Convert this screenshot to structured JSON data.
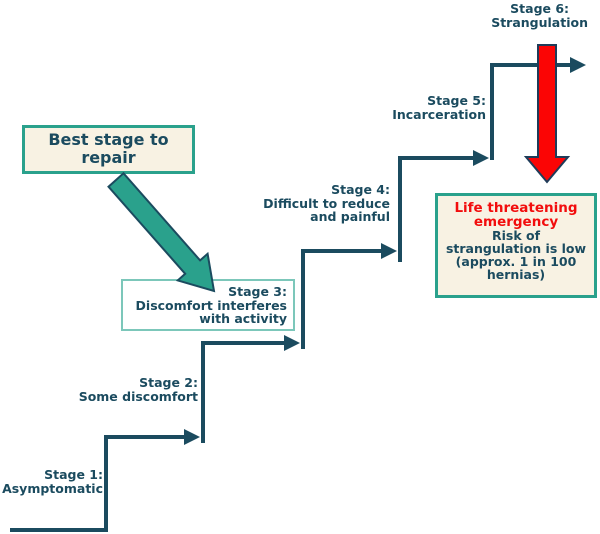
{
  "title": "Hernia stages staircase diagram",
  "colors": {
    "line": "#1b4b5f",
    "teal_accent": "#2aa18c",
    "box_fill": "#f8f2e3",
    "red": "#fb0505",
    "red_text": "#f20d0d",
    "stage3_border": "#7cc7ba",
    "red_arrow_outline": "#1e3c59",
    "background": "#ffffff"
  },
  "stages": [
    {
      "name": "stage-1",
      "lines": [
        "Stage 1:",
        "Asymptomatic"
      ]
    },
    {
      "name": "stage-2",
      "lines": [
        "Stage 2:",
        "Some discomfort"
      ]
    },
    {
      "name": "stage-3",
      "lines": [
        "Stage 3:",
        "Discomfort interferes",
        "with activity"
      ]
    },
    {
      "name": "stage-4",
      "lines": [
        "Stage 4:",
        "Difficult to reduce",
        "and painful"
      ]
    },
    {
      "name": "stage-5",
      "lines": [
        "Stage 5:",
        "Incarceration"
      ]
    },
    {
      "name": "stage-6",
      "lines": [
        "Stage 6:",
        "Strangulation"
      ]
    }
  ],
  "callouts": {
    "best_stage": {
      "lines": [
        "Best stage to",
        "repair"
      ]
    },
    "emergency": {
      "title_lines": [
        "Life threatening",
        "emergency"
      ],
      "body_lines": [
        "Risk of",
        "strangulation is low",
        "(approx. 1 in 100",
        "hernias)"
      ]
    }
  }
}
